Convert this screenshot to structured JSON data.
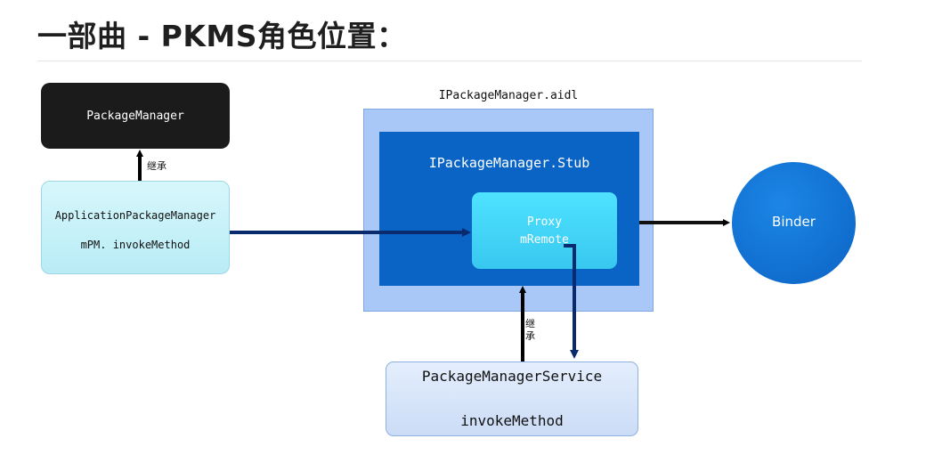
{
  "title": "一部曲 - PKMS角色位置：",
  "nodes": {
    "package_manager": "PackageManager",
    "application_package_manager": {
      "line1": "ApplicationPackageManager",
      "line2": "mPM. invokeMethod"
    },
    "aidl": "IPackageManager.aidl",
    "stub": "IPackageManager.Stub",
    "proxy": {
      "line1": "Proxy",
      "line2": "mRemote"
    },
    "binder": "Binder",
    "package_manager_service": {
      "line1": "PackageManagerService",
      "line2": "invokeMethod"
    }
  },
  "edges": {
    "inherit_label_1": "继承",
    "inherit_label_2": "继承"
  },
  "colors": {
    "dark_node": "#1b1b1b",
    "stub_blue": "#0a64c6",
    "aidl_blue": "#a9c8f8",
    "proxy_cyan": "#4fe2ff",
    "arrow_navy": "#0a2a6e",
    "arrow_black": "#000000"
  }
}
